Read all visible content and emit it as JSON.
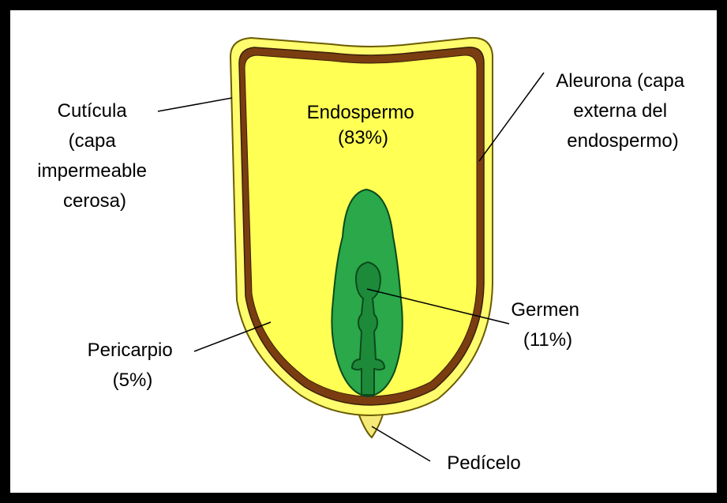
{
  "labels": {
    "endosperm": [
      "Endospermo",
      "(83%)"
    ],
    "cuticle": [
      "Cutícula",
      "(capa",
      "impermeable",
      "cerosa)"
    ],
    "aleurone": [
      "Aleurona (capa",
      "externa del",
      "endospermo)"
    ],
    "germ": [
      "Germen",
      "(11%)"
    ],
    "pericarp": [
      "Pericarpio",
      "(5%)"
    ],
    "pedicel": [
      "Pedícelo"
    ]
  },
  "colors": {
    "border": "#000000",
    "background": "#ffffff",
    "outer_seed": "#fffc6e",
    "outer_outline": "#6b5c00",
    "brown_layer": "#7a3d12",
    "endosperm": "#ffff54",
    "germ": "#2aa84a",
    "germ_inner": "#1d8a3a",
    "pedicel": "#f5e97a"
  }
}
